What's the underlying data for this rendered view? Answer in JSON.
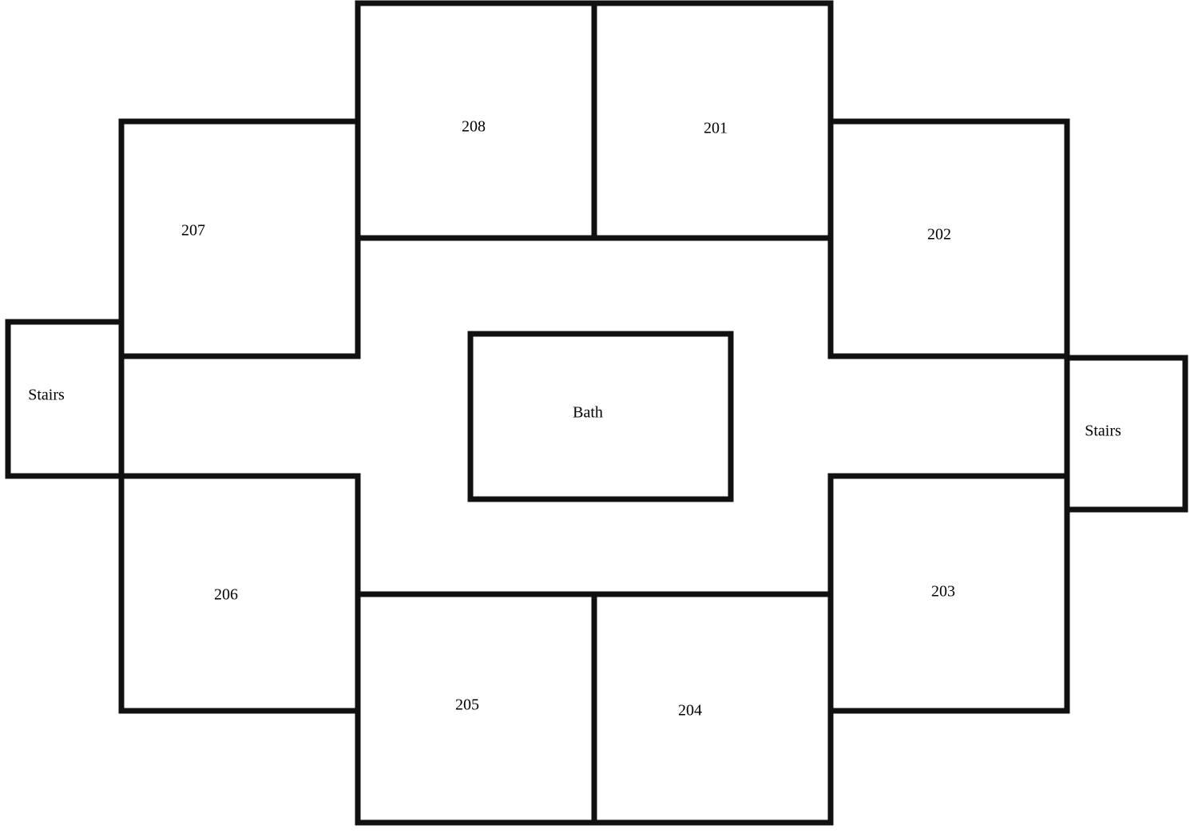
{
  "floorplan": {
    "rooms": {
      "r201": "201",
      "r202": "202",
      "r203": "203",
      "r204": "204",
      "r205": "205",
      "r206": "206",
      "r207": "207",
      "r208": "208"
    },
    "bath": "Bath",
    "stairs_left": "Stairs",
    "stairs_right": "Stairs"
  }
}
